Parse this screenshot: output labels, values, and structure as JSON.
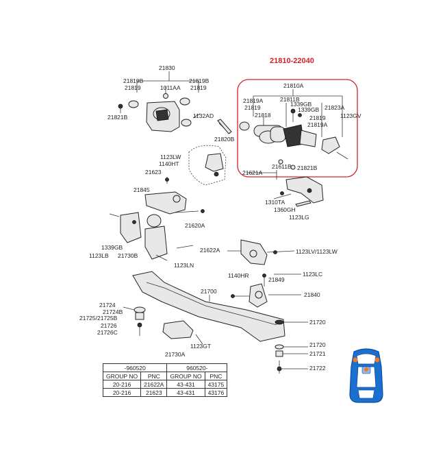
{
  "highlight": {
    "title": "21810-22040",
    "color": "#d0212a"
  },
  "labels": {
    "p21830": "21830",
    "p21819B_l": "21819B",
    "p21819_l": "21819",
    "p1011AA": "1011AA",
    "p21819B_r": "21819B",
    "p21819_r": "21819",
    "p21821B_l": "21821B",
    "p1132AD": "1132AD",
    "p21820B": "21820B",
    "p21810A": "21810A",
    "p21811B": "21811B",
    "p21819A_a": "21819A",
    "p21819_a": "21819",
    "p21818": "21818",
    "p1339GB_a": "1339GB",
    "p1339GB_b": "1339GB",
    "p21823A": "21823A",
    "p1123GV": "1123GV",
    "p21819_b": "21819",
    "p21819A_b": "21819A",
    "p21611B": "21611B",
    "p21821B_r": "21821B",
    "p21621A": "21621A",
    "p1123LW_a": "1123LW",
    "p1140HT": "1140HT",
    "p21623": "21623",
    "p1310TA": "1310TA",
    "p1360GH": "1360GH",
    "p1123LG": "1123LG",
    "p21845": "21845",
    "p21620A": "21620A",
    "p1339GB_c": "1339GB",
    "p1123LB": "1123LB",
    "p21730B": "21730B",
    "p21622A": "21622A",
    "p1123LV": "1123LV/1123LW",
    "p1123LN": "1123LN",
    "p1140HR": "1140HR",
    "p1123LC": "1123LC",
    "p21700": "21700",
    "p21849": "21849",
    "p21840": "21840",
    "p21724": "21724",
    "p21724B": "21724B",
    "p21725": "21725/21725B",
    "p21726": "21726",
    "p21726C": "21726C",
    "p21720_a": "21720",
    "p1123GT": "1123GT",
    "p21730A": "21730A",
    "p21720_b": "21720",
    "p21721": "21721",
    "p21722": "21722"
  },
  "table": {
    "period_1": "-960520",
    "period_2": "960520-",
    "header": [
      "GROUP NO",
      "PNC",
      "GROUP NO",
      "PNC"
    ],
    "rows": [
      [
        "20-216",
        "21622A",
        "43-431",
        "43175"
      ],
      [
        "20-216",
        "21623",
        "43-431",
        "43176"
      ]
    ]
  },
  "colors": {
    "car_body": "#1a6fd1",
    "car_marker": "#f07a2c",
    "line": "#222222"
  }
}
